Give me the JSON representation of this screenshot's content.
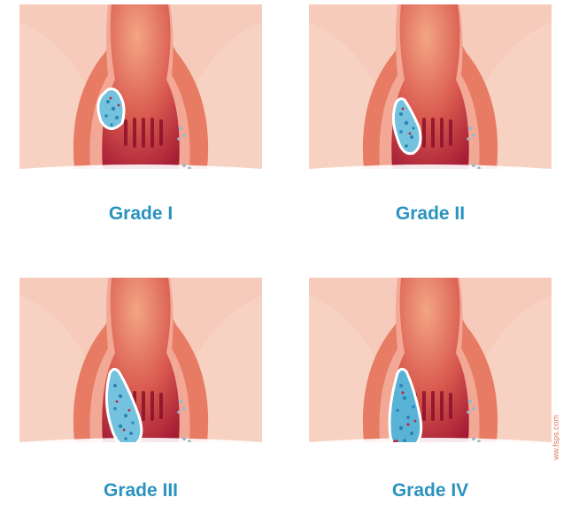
{
  "panels": [
    {
      "label": "Grade I",
      "grade": 1
    },
    {
      "label": "Grade II",
      "grade": 2
    },
    {
      "label": "Grade III",
      "grade": 3
    },
    {
      "label": "Grade IV",
      "grade": 4
    }
  ],
  "watermark": "ww.fsps.com",
  "colors": {
    "caption": "#2a93bf",
    "background_tissue": "#f6cbbb",
    "rectum_wall": "#e77b63",
    "lumen_light": "#f0a07f",
    "lumen_dark": "#b3243a",
    "hemorrhoid": "#74c2dd",
    "hemorrhoid_dots": "#2a83b4"
  }
}
